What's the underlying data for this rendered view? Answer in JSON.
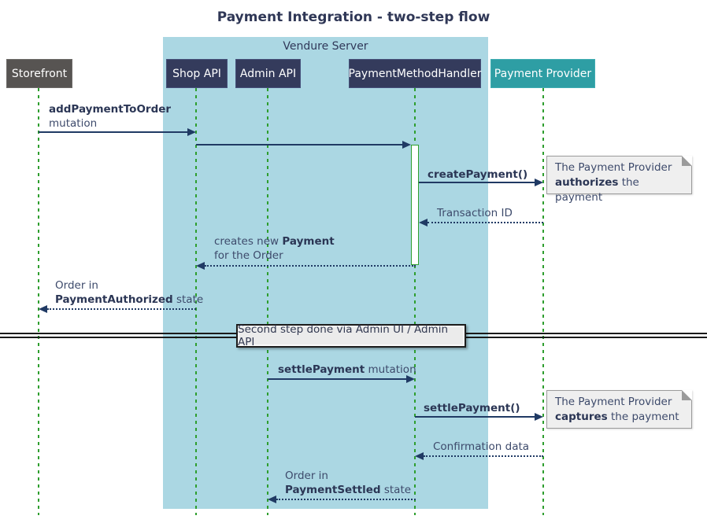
{
  "title": "Payment Integration - two-step flow",
  "frame": {
    "label": "Vendure Server"
  },
  "participants": [
    {
      "label": "Storefront"
    },
    {
      "label": "Shop API"
    },
    {
      "label": "Admin API"
    },
    {
      "label": "PaymentMethodHandler"
    },
    {
      "label": "Payment Provider"
    }
  ],
  "messages": [
    {
      "from": "Storefront",
      "to": "Shop API",
      "style": "solid",
      "line1_bold": "addPaymentToOrder",
      "line2": "mutation"
    },
    {
      "from": "Shop API",
      "to": "PaymentMethodHandler",
      "style": "solid",
      "label": ""
    },
    {
      "from": "PaymentMethodHandler",
      "to": "Payment Provider",
      "style": "solid",
      "bold": "createPayment()"
    },
    {
      "from": "Payment Provider",
      "to": "PaymentMethodHandler",
      "style": "dotted",
      "label": "Transaction ID"
    },
    {
      "from": "PaymentMethodHandler",
      "to": "Shop API",
      "style": "dotted",
      "line1_pre": "creates new ",
      "line1_bold": "Payment",
      "line2": "for the Order"
    },
    {
      "from": "Shop API",
      "to": "Storefront",
      "style": "dotted",
      "line1": "Order in",
      "line2_bold": "PaymentAuthorized",
      "line2_post": " state"
    },
    {
      "from": "Admin API",
      "to": "PaymentMethodHandler",
      "style": "solid",
      "bold": "settlePayment",
      "post": " mutation"
    },
    {
      "from": "PaymentMethodHandler",
      "to": "Payment Provider",
      "style": "solid",
      "bold": "settlePayment()"
    },
    {
      "from": "Payment Provider",
      "to": "PaymentMethodHandler",
      "style": "dotted",
      "label": "Confirmation data"
    },
    {
      "from": "PaymentMethodHandler",
      "to": "Admin API",
      "style": "dotted",
      "line1": "Order in",
      "line2_bold": "PaymentSettled",
      "line2_post": " state"
    }
  ],
  "notes": [
    {
      "line1": "The Payment Provider",
      "bold": "authorizes",
      "post": " the payment"
    },
    {
      "line1": "The Payment Provider",
      "bold": "captures",
      "post": " the payment"
    }
  ],
  "divider": {
    "label": "Second step done via Admin UI / Admin API"
  },
  "colors": {
    "frame_bg": "#abd7e3",
    "participant_bg": "#343b5c",
    "storefront_bg": "#575452",
    "provider_bg": "#2e9ea4",
    "arrow": "#203a64",
    "lifeline": "#2e9e2e",
    "note_bg": "#efefef"
  }
}
